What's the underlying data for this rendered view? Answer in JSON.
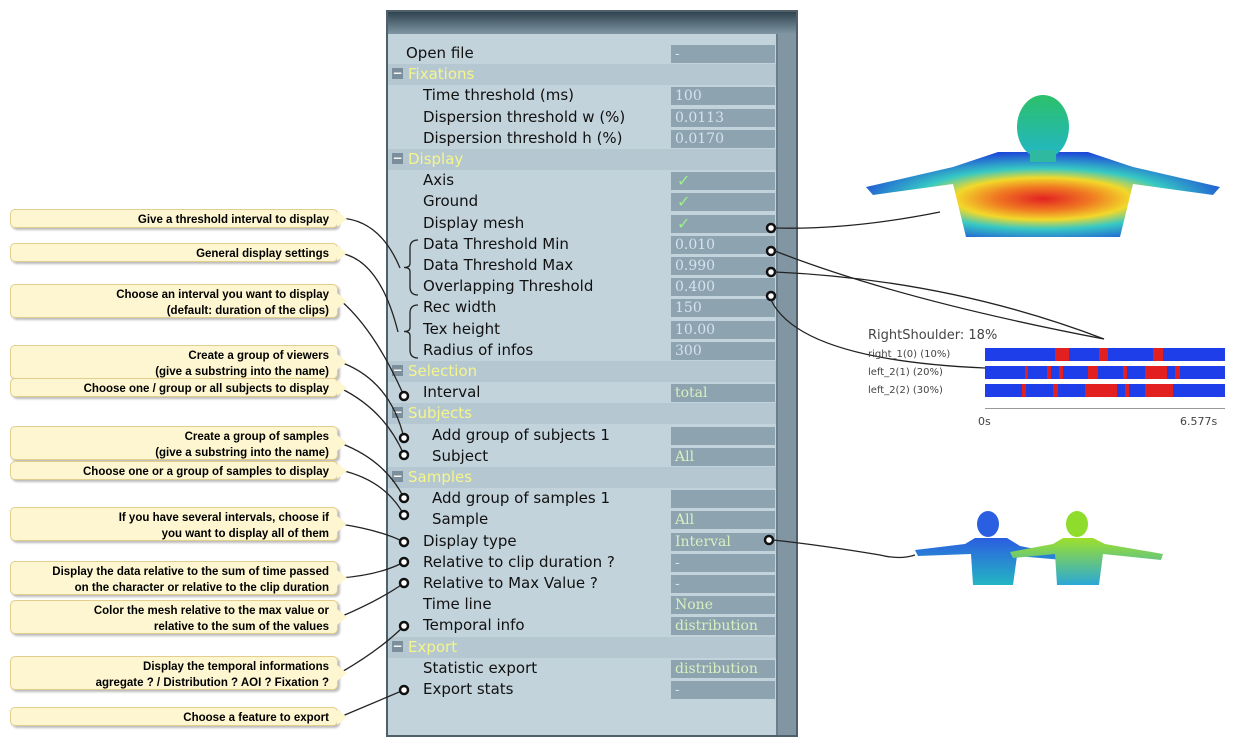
{
  "panel": {
    "rows": [
      {
        "kind": "field",
        "label": "Open file",
        "value": "-",
        "indent": 0
      },
      {
        "kind": "section",
        "label": "Fixations",
        "indent": 0
      },
      {
        "kind": "field",
        "label": "Time threshold (ms)",
        "value": "100",
        "indent": 1
      },
      {
        "kind": "field",
        "label": "Dispersion threshold w (%)",
        "value": "0.0113",
        "indent": 1
      },
      {
        "kind": "field",
        "label": "Dispersion threshold h (%)",
        "value": "0.0170",
        "indent": 1
      },
      {
        "kind": "section",
        "label": "Display",
        "indent": 0
      },
      {
        "kind": "check",
        "label": "Axis",
        "value": "✓",
        "indent": 1
      },
      {
        "kind": "check",
        "label": "Ground",
        "value": "✓",
        "indent": 1
      },
      {
        "kind": "check",
        "label": "Display mesh",
        "value": "✓",
        "indent": 1
      },
      {
        "kind": "field",
        "label": "Data Threshold Min",
        "value": "0.010",
        "indent": 1
      },
      {
        "kind": "field",
        "label": "Data Threshold Max",
        "value": "0.990",
        "indent": 1
      },
      {
        "kind": "field",
        "label": "Overlapping Threshold",
        "value": "0.400",
        "indent": 1
      },
      {
        "kind": "field",
        "label": "Rec width",
        "value": "150",
        "indent": 1
      },
      {
        "kind": "field",
        "label": "Tex height",
        "value": "10.00",
        "indent": 1
      },
      {
        "kind": "field",
        "label": "Radius of infos",
        "value": "300",
        "indent": 1
      },
      {
        "kind": "section",
        "label": "Selection",
        "indent": 0
      },
      {
        "kind": "field",
        "label": "Interval",
        "value": "total",
        "indent": 1
      },
      {
        "kind": "section",
        "label": "Subjects",
        "indent": 1
      },
      {
        "kind": "field",
        "label": "Add group of subjects 1",
        "value": "",
        "indent": 2
      },
      {
        "kind": "field",
        "label": "Subject",
        "value": "All",
        "indent": 2
      },
      {
        "kind": "section",
        "label": "Samples",
        "indent": 1
      },
      {
        "kind": "field",
        "label": "Add group of samples 1",
        "value": "",
        "indent": 2
      },
      {
        "kind": "field",
        "label": "Sample",
        "value": "All",
        "indent": 2
      },
      {
        "kind": "field",
        "label": "Display type",
        "value": "Interval",
        "indent": 1
      },
      {
        "kind": "field",
        "label": "Relative to clip duration ?",
        "value": "-",
        "indent": 1
      },
      {
        "kind": "field",
        "label": "Relative to Max Value ?",
        "value": "-",
        "indent": 1
      },
      {
        "kind": "field",
        "label": "Time line",
        "value": "None",
        "indent": 1
      },
      {
        "kind": "field",
        "label": "Temporal info",
        "value": "distribution",
        "indent": 1
      },
      {
        "kind": "section",
        "label": "Export",
        "indent": 0
      },
      {
        "kind": "field",
        "label": "Statistic export",
        "value": "distribution",
        "indent": 1
      },
      {
        "kind": "field",
        "label": "Export stats",
        "value": "-",
        "indent": 1
      }
    ]
  },
  "callouts": [
    {
      "text": "Give a threshold interval to display"
    },
    {
      "text": "General display settings"
    },
    {
      "text": "Choose an interval you want to display\n(default: duration of the clips)"
    },
    {
      "text": "Create a group of viewers\n(give a substring into the name)"
    },
    {
      "text": "Choose one / group or all subjects to display"
    },
    {
      "text": "Create a group of samples\n(give a substring into the name)"
    },
    {
      "text": "Choose one or a group of samples to display"
    },
    {
      "text": "If you have several intervals, choose if\nyou want to display all of them"
    },
    {
      "text": "Display the data relative to the sum of time passed\non the character or relative to the clip duration"
    },
    {
      "text": "Color the mesh relative to the max value or\nrelative to the sum of the values"
    },
    {
      "text": "Display the temporal informations\nagregate ? / Distribution ? AOI ? Fixation ?"
    },
    {
      "text": "Choose a feature to export"
    }
  ],
  "timeline": {
    "title": "RightShoulder: 18%",
    "rows": [
      "right_1(0) (10%)",
      "left_2(1) (20%)",
      "left_2(2) (30%)"
    ],
    "axis_start": "0s",
    "axis_end": "6.577s"
  },
  "colors": {
    "panel_bg": "#c3d3dc",
    "value_bg": "#8ea3b0",
    "section_title": "#f5f58a",
    "callout_bg": "#fdf6d0",
    "timeline_blue": "#1d3ee8",
    "timeline_red": "#e22020"
  }
}
